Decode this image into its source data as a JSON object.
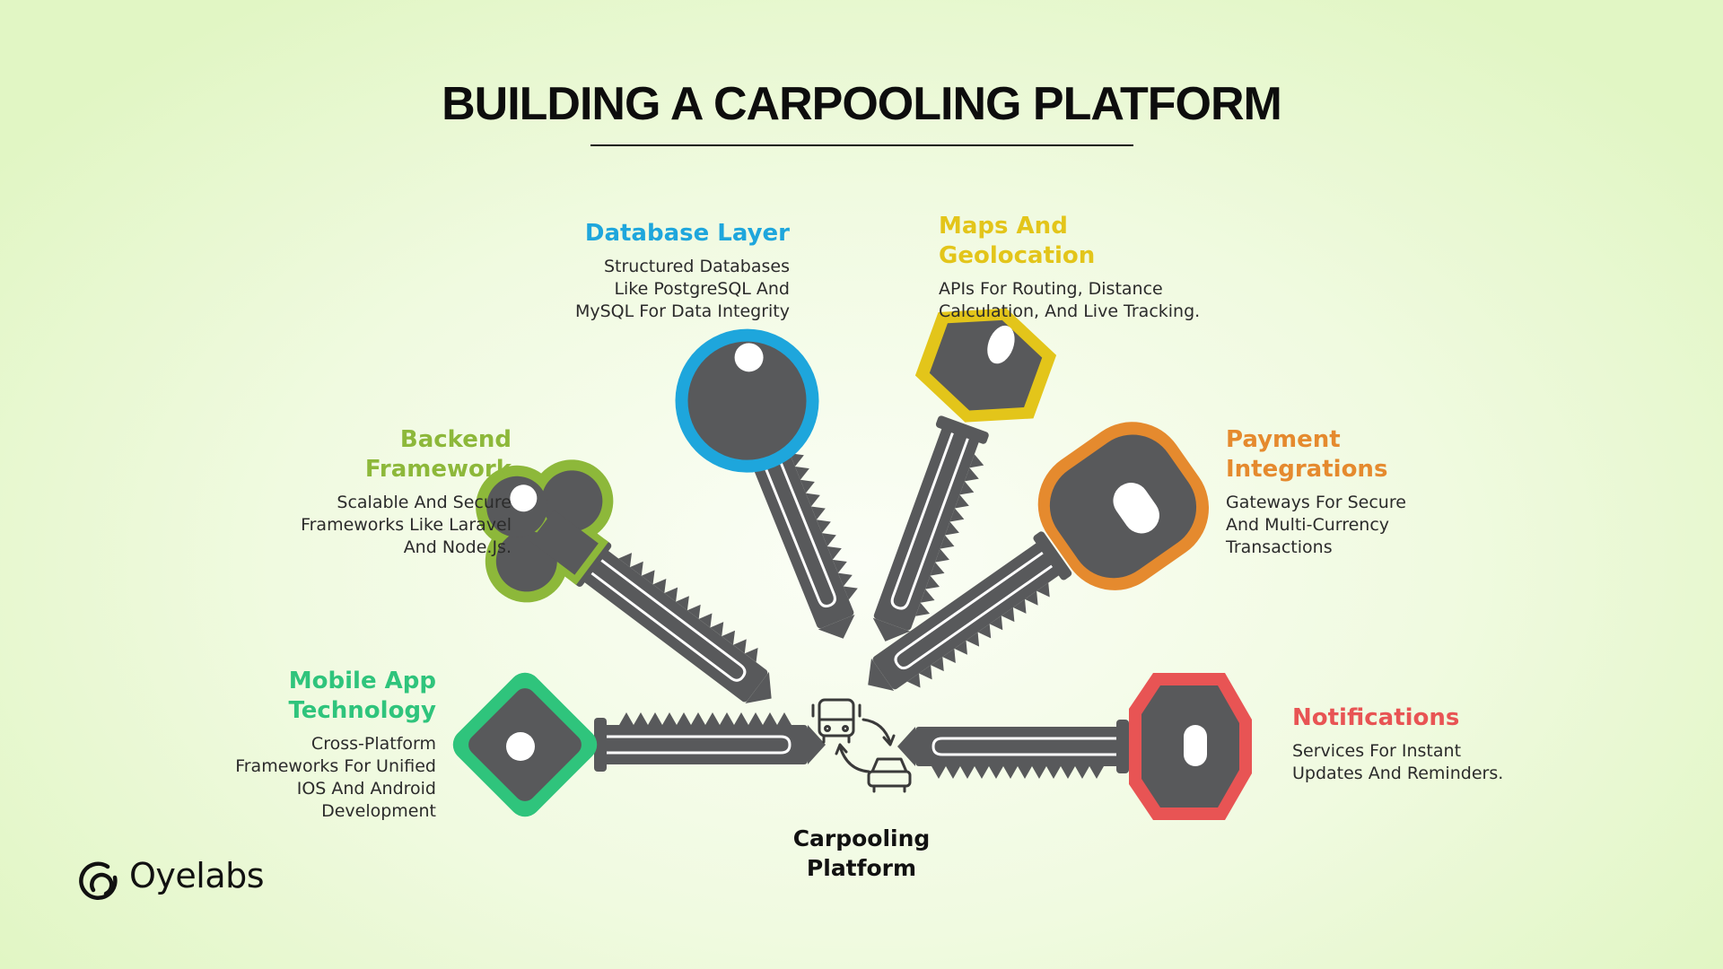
{
  "title": "BUILDING A CARPOOLING PLATFORM",
  "center": {
    "label_line1": "Carpooling",
    "label_line2": "Platform",
    "icon": "carpool-bus-car-icon"
  },
  "logo": {
    "text": "Oyelabs",
    "icon": "oyelabs-logo-icon"
  },
  "colors": {
    "key_body": "#58595b",
    "database": "#1ea6dc",
    "maps": "#e3c51a",
    "backend": "#8db83a",
    "payment": "#e58a2e",
    "mobile": "#2fc47c",
    "notifications": "#e85454"
  },
  "sections": {
    "database": {
      "heading": "Database Layer",
      "desc": [
        "Structured Databases",
        "Like PostgreSQL And",
        "MySQL For Data Integrity"
      ]
    },
    "maps": {
      "heading_line1": "Maps And",
      "heading_line2": "Geolocation",
      "desc": [
        "APIs For Routing, Distance",
        "Calculation, And Live Tracking."
      ]
    },
    "backend": {
      "heading_line1": "Backend",
      "heading_line2": "Framework",
      "desc": [
        "Scalable And Secure",
        "Frameworks Like Laravel",
        "And Node.Js."
      ]
    },
    "payment": {
      "heading_line1": "Payment",
      "heading_line2": "Integrations",
      "desc": [
        "Gateways For Secure",
        "And Multi-Currency",
        "Transactions"
      ]
    },
    "mobile": {
      "heading_line1": "Mobile App",
      "heading_line2": "Technology",
      "desc": [
        "Cross-Platform",
        "Frameworks For Unified",
        "IOS And Android",
        "Development"
      ]
    },
    "notifications": {
      "heading": "Notifications",
      "desc": [
        "Services For Instant",
        "Updates And Reminders."
      ]
    }
  }
}
